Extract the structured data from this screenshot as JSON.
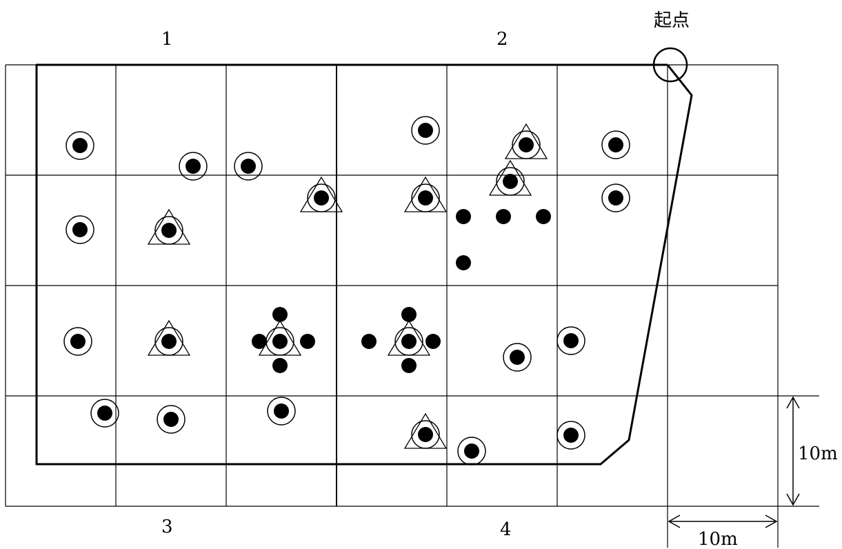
{
  "labels": {
    "start": "起点",
    "q1": "1",
    "q2": "2",
    "q3": "3",
    "q4": "4",
    "scale_v": "10m",
    "scale_h": "10m"
  },
  "colors": {
    "ink": "#000000",
    "paper": "#ffffff"
  },
  "markers": {
    "legend_note": "",
    "circled_dot": "ringed-dot-icon",
    "triangle_dot": "triangle-ringed-dot-icon",
    "dot": "dot-icon"
  }
}
